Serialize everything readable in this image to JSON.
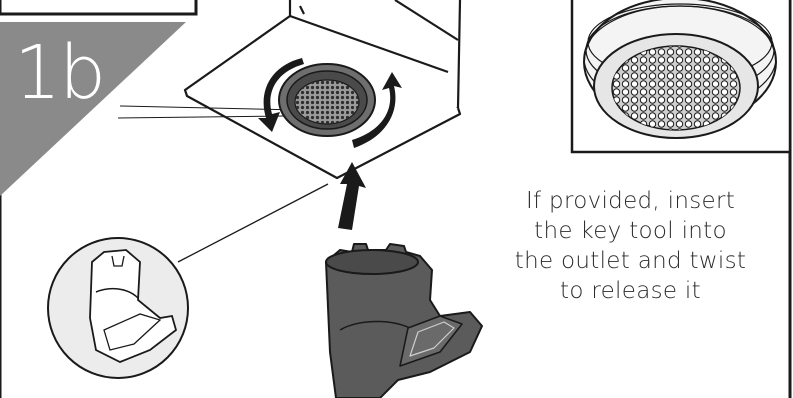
{
  "step": {
    "label": "1b",
    "badge_color": "#8a8a8a",
    "label_color": "#ffffff"
  },
  "instruction": {
    "lines": [
      "If provided, insert",
      "the key tool into",
      "the outlet and twist",
      "to release it"
    ]
  },
  "icons": {
    "rotation": "rotate-arrows-icon",
    "direction": "up-arrow-icon",
    "detail": "aerator-detail-inset",
    "tool": "key-tool-illustration"
  },
  "colors": {
    "line": "#1a1a1a",
    "tool_fill": "#5b5b5b",
    "aerator_fill": "#6e6e6e",
    "badge": "#8a8a8a"
  }
}
